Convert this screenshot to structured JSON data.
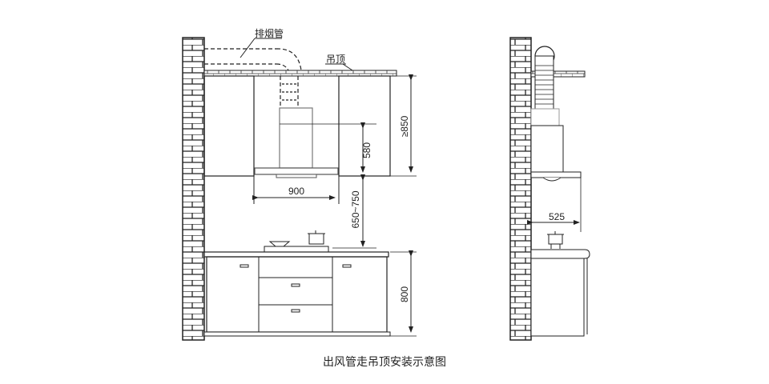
{
  "labels": {
    "exhaust_pipe": "排烟管",
    "ceiling": "吊顶"
  },
  "dimensions": {
    "hood_height": "580",
    "ceiling_to_cabinet": "≥850",
    "hood_width": "900",
    "hood_to_cooktop": "650~750",
    "counter_height": "800",
    "hood_depth": "525"
  },
  "caption": "出风管走吊顶安装示意图"
}
